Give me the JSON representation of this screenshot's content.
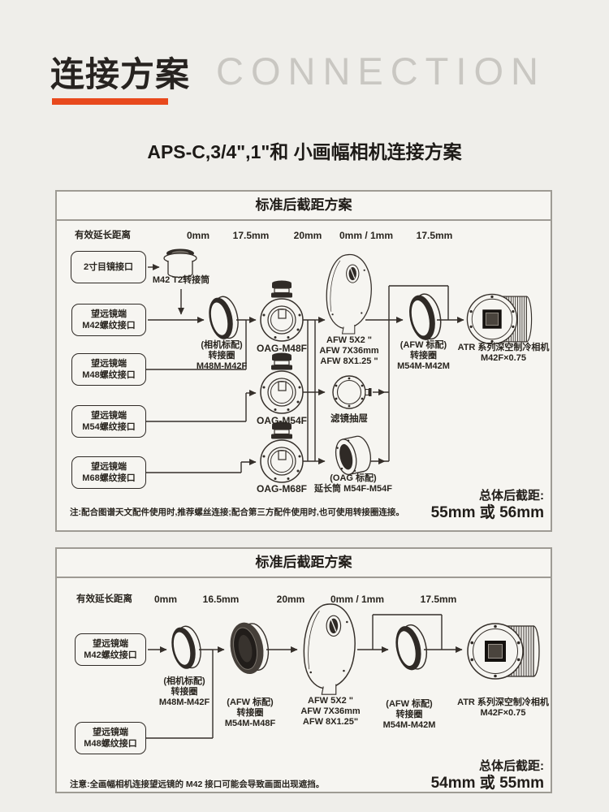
{
  "accent_color": "#e8491d",
  "header": {
    "title_cn": "连接方案",
    "title_en": "CONNECTION"
  },
  "subtitle": "APS-C,3/4\",1\"和 小画幅相机连接方案",
  "p1": {
    "title": "标准后截距方案",
    "ext_label": "有效延长距离",
    "distances": [
      "0mm",
      "17.5mm",
      "20mm",
      "0mm / 1mm",
      "17.5mm"
    ],
    "inputs": {
      "eyepiece": "2寸目镜接口",
      "m42": [
        "望远镜端",
        "M42螺纹接口"
      ],
      "m48": [
        "望远镜端",
        "M48螺纹接口"
      ],
      "m54": [
        "望远镜端",
        "M54螺纹接口"
      ],
      "m68": [
        "望远镜端",
        "M68螺纹接口"
      ]
    },
    "t2_adapter": "M42 T2转接筒",
    "camera_ring": [
      "(相机标配)",
      "转接圈",
      "M48M-M42F"
    ],
    "oag": [
      "OAG-M48F",
      "OAG-M54F",
      "OAG-M68F"
    ],
    "afw": [
      "AFW 5X2 \"",
      "AFW 7X36mm",
      "AFW 8X1.25 \""
    ],
    "filter_drawer": "滤镜抽屉",
    "ext_tube": [
      "(OAG 标配)",
      "延长筒 M54F-M54F"
    ],
    "afw_ring": [
      "(AFW 标配)",
      "转接圈",
      "M54M-M42M"
    ],
    "camera": [
      "ATR 系列深空制冷相机",
      "M42F×0.75"
    ],
    "note": "注:配合图谱天文配件使用时,推荐螺丝连接;配合第三方配件使用时,也可使用转接圈连接。",
    "total_label": "总体后截距:",
    "total_value": "55mm 或 56mm"
  },
  "p2": {
    "title": "标准后截距方案",
    "ext_label": "有效延长距离",
    "distances": [
      "0mm",
      "16.5mm",
      "20mm",
      "0mm / 1mm",
      "17.5mm"
    ],
    "inputs": {
      "m42": [
        "望远镜端",
        "M42螺纹接口"
      ],
      "m48": [
        "望远镜端",
        "M48螺纹接口"
      ]
    },
    "camera_ring": [
      "(相机标配)",
      "转接圈",
      "M48M-M42F"
    ],
    "afw48_ring": [
      "(AFW 标配)",
      "转接圈",
      "M54M-M48F"
    ],
    "afw": [
      "AFW 5X2 \"",
      "AFW 7X36mm",
      "AFW 8X1.25\""
    ],
    "afw42_ring": [
      "(AFW 标配)",
      "转接圈",
      "M54M-M42M"
    ],
    "camera": [
      "ATR 系列深空制冷相机",
      "M42F×0.75"
    ],
    "note": "注意:全画幅相机连接望远镜的 M42 接口可能会导致画面出现遮挡。",
    "total_label": "总体后截距:",
    "total_value": "54mm 或 55mm"
  }
}
